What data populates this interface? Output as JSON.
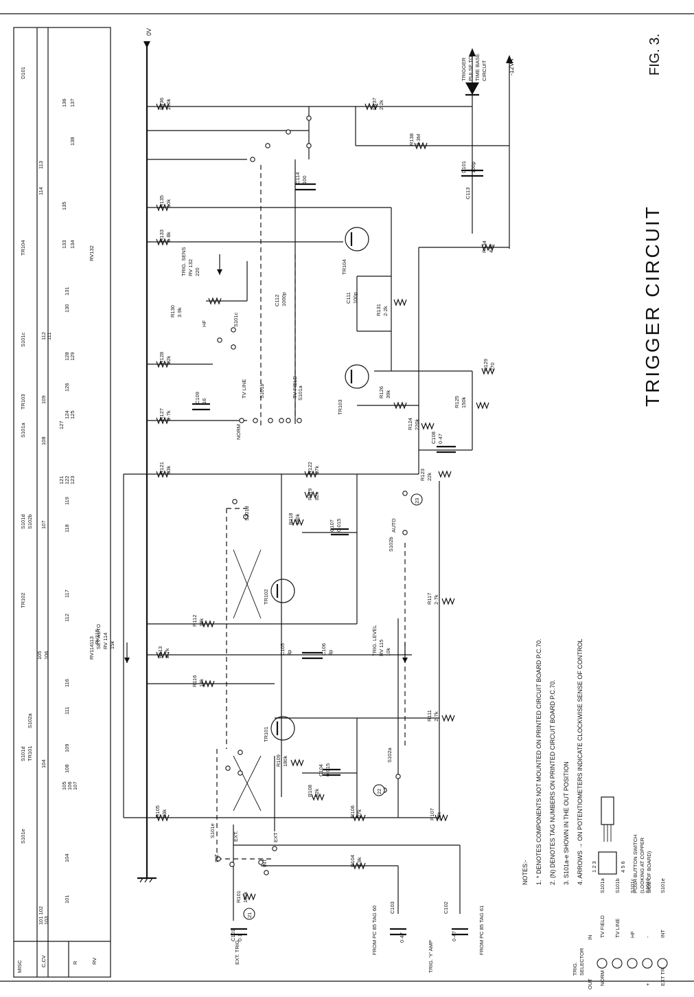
{
  "title": "TRIGGER CIRCUIT",
  "figure": "FIG. 3.",
  "table": {
    "header_label": "MISC",
    "row_labels": [
      "C,CV",
      "R",
      "RV"
    ],
    "headers": [
      {
        "text": "S101e"
      },
      {
        "text": "S101d"
      },
      {
        "text": "TR101"
      },
      {
        "text": "S102a"
      },
      {
        "text": "TR102"
      },
      {
        "text": "S101d"
      },
      {
        "text": "S102b"
      },
      {
        "text": "S101a"
      },
      {
        "text": "TR103"
      },
      {
        "text": "S101c"
      },
      {
        "text": "TR104"
      },
      {
        "text": "D101"
      }
    ],
    "cells": [
      {
        "text": "101 102"
      },
      {
        "text": "103"
      },
      {
        "text": "104"
      },
      {
        "text": "105"
      },
      {
        "text": "106"
      },
      {
        "text": "107"
      },
      {
        "text": "108"
      },
      {
        "text": "109"
      },
      {
        "text": "112"
      },
      {
        "text": "111"
      },
      {
        "text": "114"
      },
      {
        "text": "113"
      },
      {
        "text": "101"
      },
      {
        "text": "104"
      },
      {
        "text": "105"
      },
      {
        "text": "106"
      },
      {
        "text": "107"
      },
      {
        "text": "108"
      },
      {
        "text": "109"
      },
      {
        "text": "111"
      },
      {
        "text": "116"
      },
      {
        "text": "112"
      },
      {
        "text": "117"
      },
      {
        "text": "118"
      },
      {
        "text": "119"
      },
      {
        "text": "121"
      },
      {
        "text": "122"
      },
      {
        "text": "123"
      },
      {
        "text": "124"
      },
      {
        "text": "125"
      },
      {
        "text": "126"
      },
      {
        "text": "127"
      },
      {
        "text": "128"
      },
      {
        "text": "129"
      },
      {
        "text": "130"
      },
      {
        "text": "131"
      },
      {
        "text": "133"
      },
      {
        "text": "134"
      },
      {
        "text": "135"
      },
      {
        "text": "136"
      },
      {
        "text": "137"
      },
      {
        "text": "138"
      },
      {
        "text": "RV114"
      },
      {
        "text": "113"
      },
      {
        "text": "RV115"
      },
      {
        "text": "RV132"
      }
    ]
  },
  "rails": {
    "zero_volts": "0V",
    "minus_supply": "-12VA"
  },
  "trigger_out": [
    "TRIGGER",
    "PULSE TO",
    "TIME BASE",
    "CIRCUIT"
  ],
  "components": [
    {
      "text": "R136"
    },
    {
      "text": "220k"
    },
    {
      "text": "R137"
    },
    {
      "text": "2·2k"
    },
    {
      "text": "R138"
    },
    {
      "text": "3·3M"
    },
    {
      "text": "D101"
    },
    {
      "text": "C113"
    },
    {
      "text": "100p"
    },
    {
      "text": "R135"
    },
    {
      "text": "10k"
    },
    {
      "text": "C114"
    },
    {
      "text": "100"
    },
    {
      "text": "R133"
    },
    {
      "text": "6·8k"
    },
    {
      "text": "R134"
    },
    {
      "text": "470"
    },
    {
      "text": "TR104"
    },
    {
      "text": "TRIG. SENS"
    },
    {
      "text": "RV 132"
    },
    {
      "text": "220"
    },
    {
      "text": "C112"
    },
    {
      "text": "1000p"
    },
    {
      "text": "C111"
    },
    {
      "text": "100p"
    },
    {
      "text": "R131"
    },
    {
      "text": "2·2k"
    },
    {
      "text": "R130"
    },
    {
      "text": "3·9k"
    },
    {
      "text": "R128"
    },
    {
      "text": "22k"
    },
    {
      "text": "R129"
    },
    {
      "text": "270"
    },
    {
      "text": "TR103"
    },
    {
      "text": "R126"
    },
    {
      "text": "39k"
    },
    {
      "text": "C109"
    },
    {
      "text": "16"
    },
    {
      "text": "R127"
    },
    {
      "text": "2·7k"
    },
    {
      "text": "R124"
    },
    {
      "text": "220k"
    },
    {
      "text": "R125"
    },
    {
      "text": "150k"
    },
    {
      "text": "C108"
    },
    {
      "text": "0·47"
    },
    {
      "text": "R121"
    },
    {
      "text": "33k"
    },
    {
      "text": "R122"
    },
    {
      "text": "27k"
    },
    {
      "text": "R123"
    },
    {
      "text": "22k"
    },
    {
      "text": "R119"
    },
    {
      "text": "82k"
    },
    {
      "text": "R118"
    },
    {
      "text": "180k"
    },
    {
      "text": "C107"
    },
    {
      "text": "0·015"
    },
    {
      "text": "TR102"
    },
    {
      "text": "R117"
    },
    {
      "text": "2·7k"
    },
    {
      "text": "R112"
    },
    {
      "text": "18k"
    },
    {
      "text": "R113"
    },
    {
      "text": "2·7k"
    },
    {
      "text": "SET AUTO"
    },
    {
      "text": "RV 114"
    },
    {
      "text": "15k"
    },
    {
      "text": "C105"
    },
    {
      "text": "3p"
    },
    {
      "text": "C106"
    },
    {
      "text": "3p"
    },
    {
      "text": "TRIG. LEVEL"
    },
    {
      "text": "RV 115"
    },
    {
      "text": "10k"
    },
    {
      "text": "R116"
    },
    {
      "text": "18k"
    },
    {
      "text": "R111"
    },
    {
      "text": "2·7k"
    },
    {
      "text": "TR101"
    },
    {
      "text": "R109"
    },
    {
      "text": "180k"
    },
    {
      "text": "C104"
    },
    {
      "text": "0·015"
    },
    {
      "text": "R108"
    },
    {
      "text": "82k"
    },
    {
      "text": "R105"
    },
    {
      "text": "33k"
    },
    {
      "text": "R106"
    },
    {
      "text": "27k"
    },
    {
      "text": "R107"
    },
    {
      "text": "22k"
    },
    {
      "text": "R104"
    },
    {
      "text": "3·9k"
    },
    {
      "text": "R101"
    },
    {
      "text": "100k"
    },
    {
      "text": "C101"
    },
    {
      "text": "0·1"
    },
    {
      "text": "C103"
    },
    {
      "text": "0·47"
    },
    {
      "text": "C102"
    },
    {
      "text": "0·47"
    }
  ],
  "switch_labels": [
    {
      "text": "S101a"
    },
    {
      "text": "S101b"
    },
    {
      "text": "S101c"
    },
    {
      "text": "S101d"
    },
    {
      "text": "S101e"
    },
    {
      "text": "S102a"
    },
    {
      "text": "S102b"
    },
    {
      "text": "NORM"
    },
    {
      "text": "TV LINE"
    },
    {
      "text": "TV FIELD"
    },
    {
      "text": "HF"
    },
    {
      "text": "AUTO"
    },
    {
      "text": "INT."
    },
    {
      "text": "EXT."
    },
    {
      "text": "INT"
    },
    {
      "text": "EXT"
    }
  ],
  "terminals": [
    {
      "text": "EXT. TRIG."
    },
    {
      "text": "FROM PC 85 TAG 60"
    },
    {
      "text": "TRIG. 'Y' AMP"
    },
    {
      "text": "FROM PC 85 TAG 61"
    }
  ],
  "tags": [
    "21",
    "22",
    "23"
  ],
  "notes": {
    "heading": "NOTES:-",
    "items": [
      "1.  * DENOTES COMPONENTS NOT MOUNTED ON PRINTED CIRCUIT BOARD P.C.70.",
      "2.  (N) DENOTES TAG NUMBERS ON PRINTED CIRCUIT BOARD P.C.70.",
      "3.  S101a-e SHOWN IN THE OUT POSITION",
      "4.  ARROWS → ON POTENTIOMETERS INDICATE CLOCKWISE SENSE OF CONTROL"
    ]
  },
  "selector": {
    "title": [
      "TRIG.",
      "SELECTOR"
    ],
    "out_label": "OUT",
    "in_label": "IN",
    "rows": [
      {
        "out": "NORM",
        "in": "TV FIELD",
        "switch": "S101a"
      },
      {
        "out": "",
        "in": "TV LINE",
        "switch": "S101b"
      },
      {
        "out": "",
        "in": "HF",
        "switch": "S101c"
      },
      {
        "out": "+",
        "in": "-",
        "switch": "S101d"
      },
      {
        "out": "EXT TRIG",
        "in": "INT",
        "switch": "S101e"
      }
    ]
  },
  "push_switch": {
    "pins_top": "1 2 3",
    "pins_bottom": "4 5 6",
    "caption": [
      "PUSH BUTTON SWITCH",
      "(LOOKING AT COPPER",
      "SIDE OF BOARD)"
    ]
  }
}
